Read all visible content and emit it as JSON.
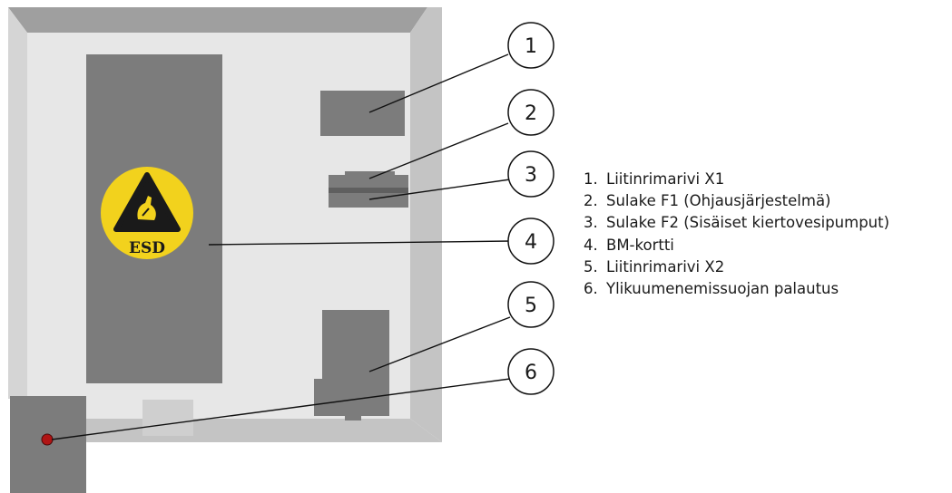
{
  "callouts": [
    "1",
    "2",
    "3",
    "4",
    "5",
    "6"
  ],
  "esd_label": "ESD",
  "legend": [
    {
      "num": "1.",
      "text": "Liitinrimarivi X1"
    },
    {
      "num": "2.",
      "text": "Sulake F1 (Ohjausjärjestelmä)"
    },
    {
      "num": "3.",
      "text": "Sulake F2 (Sisäiset kiertovesipumput)"
    },
    {
      "num": "4.",
      "text": "BM-kortti"
    },
    {
      "num": "5.",
      "text": "Liitinrimarivi X2"
    },
    {
      "num": "6.",
      "text": "Ylikuumenemissuojan palautus"
    }
  ],
  "colors": {
    "housing_face": "#e7e7e7",
    "bevel_top": "#9b9b9b",
    "bevel_side": "#c9c9c9",
    "component": "#7c7c7c",
    "esd_yellow": "#f2d21d",
    "reset_button": "#b01414"
  }
}
